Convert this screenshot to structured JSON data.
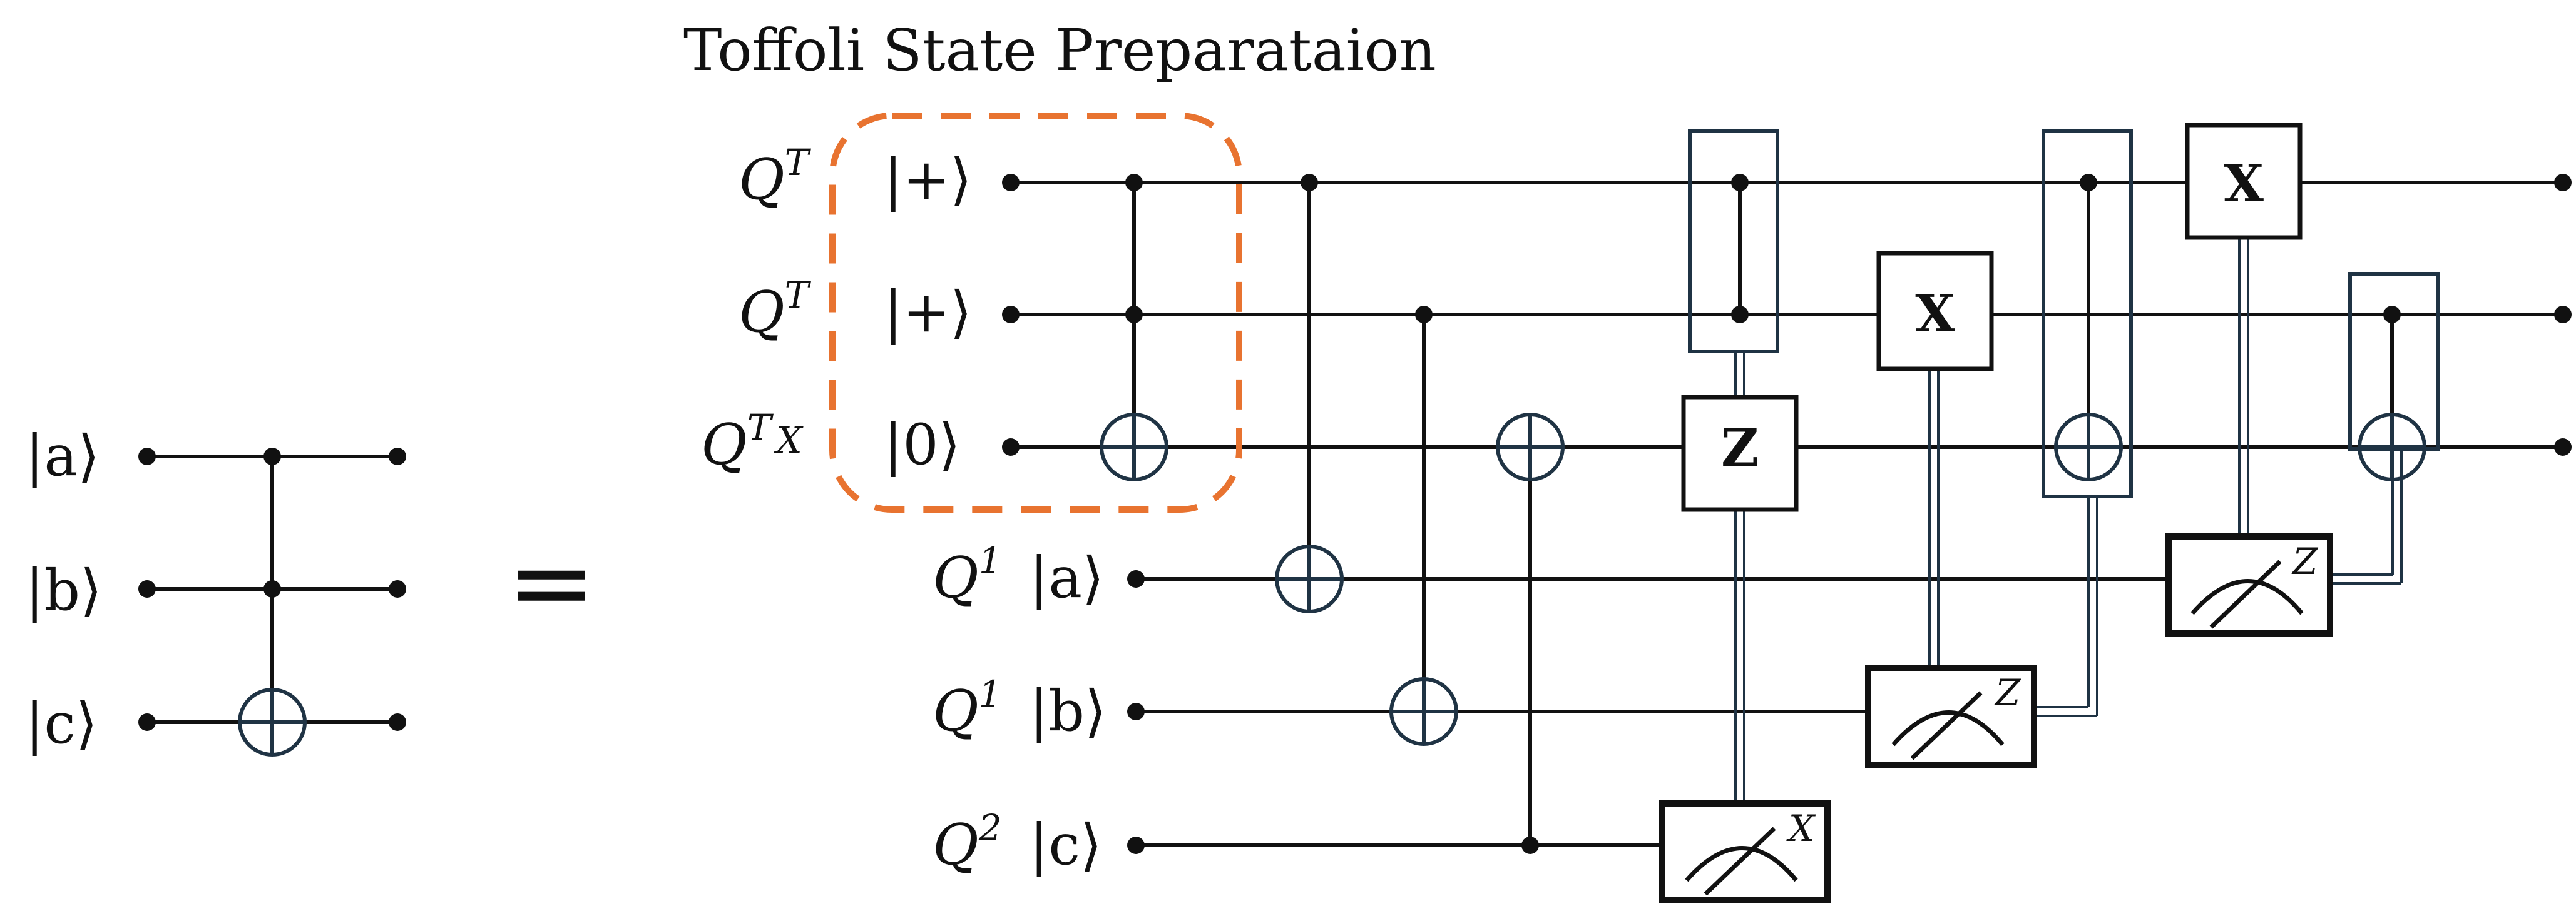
{
  "title": "Toffoli State Preparataion",
  "equals_sign": "=",
  "colors": {
    "highlight": "#e87330",
    "classical_wire": "#1f3344",
    "wire": "#111111"
  },
  "left_circuit": {
    "inputs": [
      "|a⟩",
      "|b⟩",
      "|c⟩"
    ],
    "gate": "toffoli"
  },
  "right_circuit": {
    "ancilla_rows": [
      {
        "label": "Q",
        "sup": "T",
        "state": "|+⟩"
      },
      {
        "label": "Q",
        "sup": "T",
        "state": "|+⟩"
      },
      {
        "label": "Q",
        "sup": "T",
        "sup_extra": "X",
        "state": "|0⟩"
      }
    ],
    "input_rows": [
      {
        "label": "Q",
        "sup": "1",
        "state": "|a⟩"
      },
      {
        "label": "Q",
        "sup": "1",
        "state": "|b⟩"
      },
      {
        "label": "Q",
        "sup": "2",
        "state": "|c⟩"
      }
    ],
    "gates": {
      "z": "Z",
      "x1": "X",
      "x2": "X"
    },
    "measurements": {
      "m_c": "X",
      "m_b": "Z",
      "m_a": "Z"
    }
  }
}
